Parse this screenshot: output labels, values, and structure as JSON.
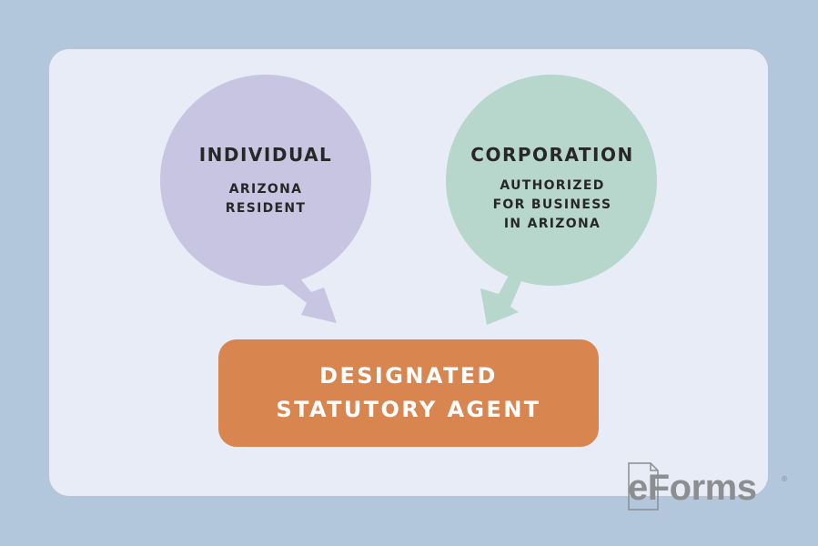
{
  "colors": {
    "background": "#b2c6dc",
    "panel": "#e7ecf6",
    "individual_circle": "#c8c5e3",
    "corporation_circle": "#b8d7cc",
    "agent_box": "#d98550",
    "text_dark": "#272727",
    "text_light": "#ffffff",
    "logo": "#8c8e91"
  },
  "individual": {
    "title": "INDIVIDUAL",
    "subtitle": "ARIZONA\nRESIDENT"
  },
  "corporation": {
    "title": "CORPORATION",
    "subtitle": "AUTHORIZED\nFOR BUSINESS\nIN ARIZONA"
  },
  "agent": {
    "label": "DESIGNATED\nSTATUTORY AGENT"
  },
  "logo": {
    "text": "eForms",
    "mark": "®"
  }
}
